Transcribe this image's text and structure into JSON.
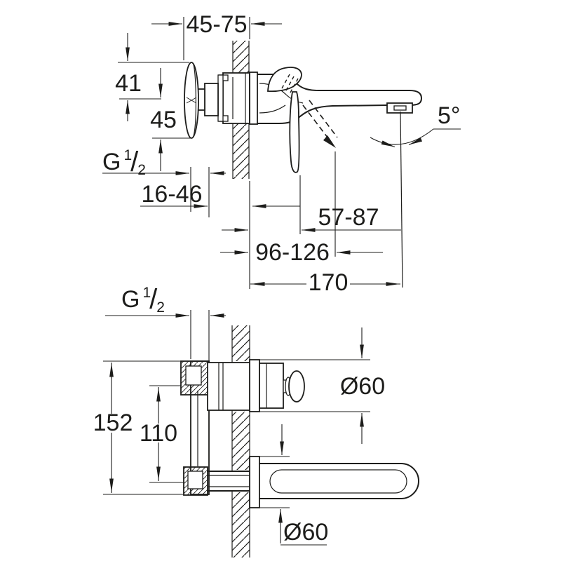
{
  "drawing": {
    "background_color": "#ffffff",
    "line_color": "#1d1d1b",
    "side_view": {
      "wall_depth_range": "45-75",
      "handle_above_axis": "41",
      "handle_below_axis": "45",
      "supply_thread": {
        "base": "G",
        "numerator": "1",
        "slash": "/",
        "denominator": "2"
      },
      "concealed_depth_range": "16-46",
      "lever_closed_reach": "57-87",
      "lever_open_reach": "96-126",
      "spout_reach": "170",
      "stream_angle": "5°"
    },
    "plan_view": {
      "supply_thread": {
        "base": "G",
        "numerator": "1",
        "slash": "/",
        "denominator": "2"
      },
      "handle_escutcheon_diameter": "Ø60",
      "overall_height": "152",
      "connection_centers": "110",
      "spout_escutcheon_diameter": "Ø60"
    }
  }
}
